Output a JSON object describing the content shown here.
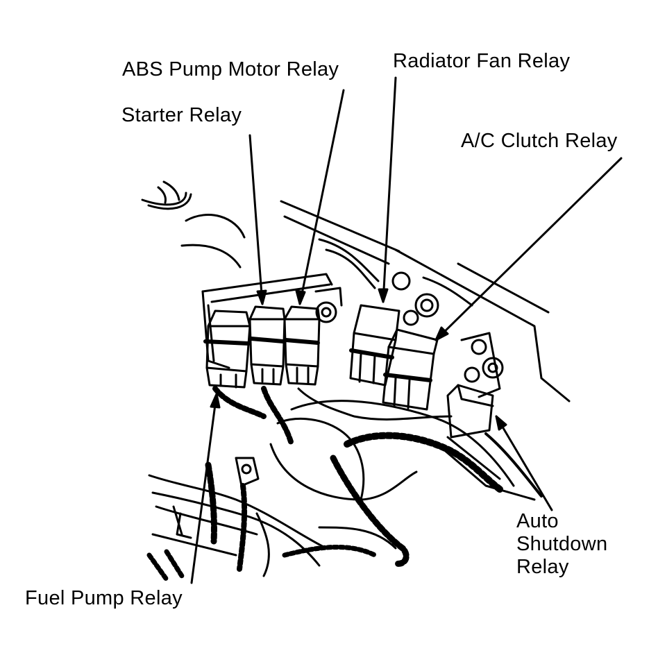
{
  "labels": {
    "abs_pump_motor_relay": "ABS Pump Motor Relay",
    "starter_relay": "Starter Relay",
    "radiator_fan_relay": "Radiator Fan Relay",
    "ac_clutch_relay": "A/C Clutch Relay",
    "auto_shutdown_relay": [
      "Auto",
      "Shutdown",
      "Relay"
    ],
    "fuel_pump_relay": "Fuel Pump Relay"
  },
  "colors": {
    "ink": "#000000",
    "paper": "#ffffff"
  }
}
